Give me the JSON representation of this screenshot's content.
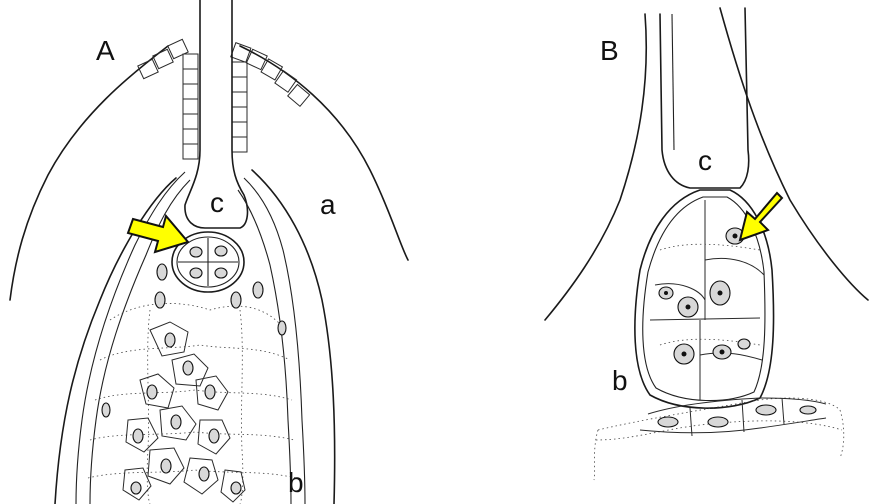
{
  "panels": [
    {
      "id": "A",
      "title": "A",
      "labels": {
        "c": "c",
        "a": "a",
        "b": "b"
      }
    },
    {
      "id": "B",
      "title": "B",
      "labels": {
        "c": "c",
        "b": "b"
      }
    }
  ],
  "colors": {
    "arrow": "#ffff00",
    "line": "#1a1a1a",
    "background": "#ffffff"
  }
}
